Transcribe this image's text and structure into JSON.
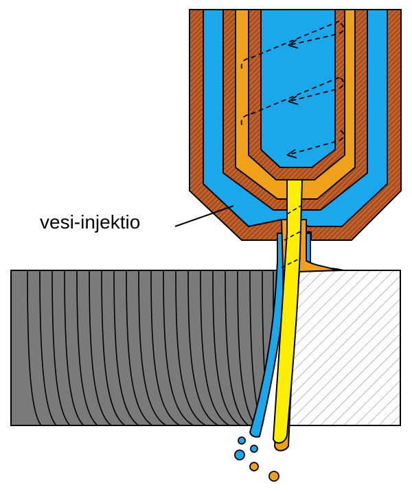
{
  "diagram": {
    "title_hidden": "",
    "callout": {
      "label": "vesi-injektio"
    },
    "colors": {
      "copper": "#c0602a",
      "water": "#1aa7ec",
      "gas_orange": "#f0a11c",
      "arc_yellow": "#ffee00",
      "metal_dark": "#7a7a7a",
      "outline": "#000000",
      "background": "#ffffff"
    },
    "components": {
      "outer_nozzle": "outer-nozzle",
      "inner_nozzle": "inner-nozzle",
      "electrode": "electrode",
      "plasma_arc": "plasma-arc",
      "workpiece_cut": "workpiece-cut-side",
      "workpiece_uncut": "workpiece-uncut-side",
      "swirl": "gas-swirl",
      "droplets": "droplets"
    }
  }
}
